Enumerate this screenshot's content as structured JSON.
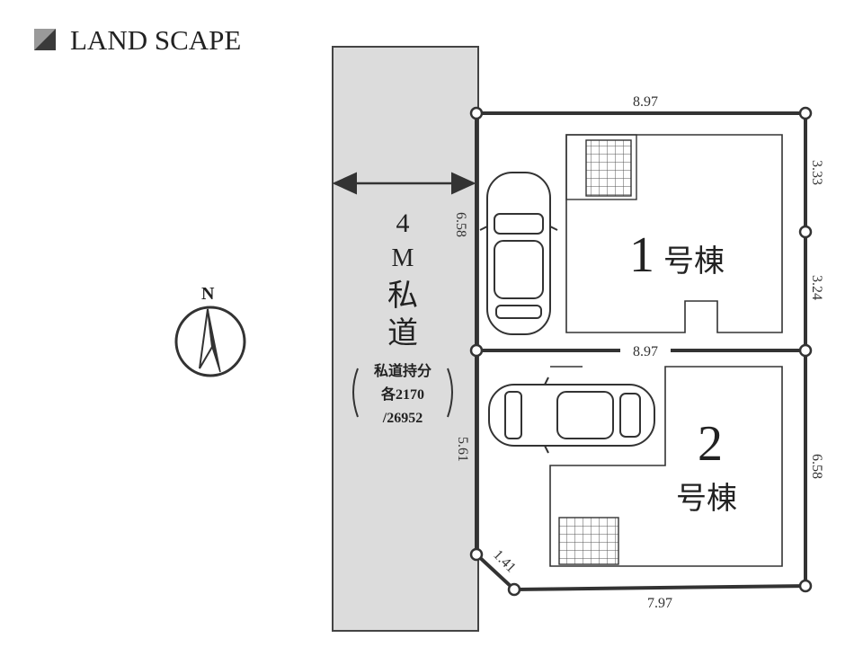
{
  "brand": {
    "name": "LAND SCAPE"
  },
  "road": {
    "width_label": "4",
    "unit_label": "M",
    "type_1": "私",
    "type_2": "道",
    "share_line1": "私道持分",
    "share_line2": "各2170",
    "share_line3": "/26952"
  },
  "compass": {
    "north_label": "N"
  },
  "dimensions": {
    "lot1_top": "8.97",
    "lot1_right_upper": "3.33",
    "lot1_right_lower": "3.24",
    "lot1_left": "6.58",
    "shared_boundary": "8.97",
    "lot2_left": "5.61",
    "lot2_right": "6.58",
    "lot2_corner": "1.41",
    "lot2_bottom": "7.97"
  },
  "buildings": {
    "lot1": {
      "number": "1",
      "suffix": "号棟"
    },
    "lot2": {
      "number": "2",
      "suffix": "号棟"
    }
  },
  "colors": {
    "road": "#dcdcdc",
    "lines": "#333333",
    "text": "#222222"
  }
}
